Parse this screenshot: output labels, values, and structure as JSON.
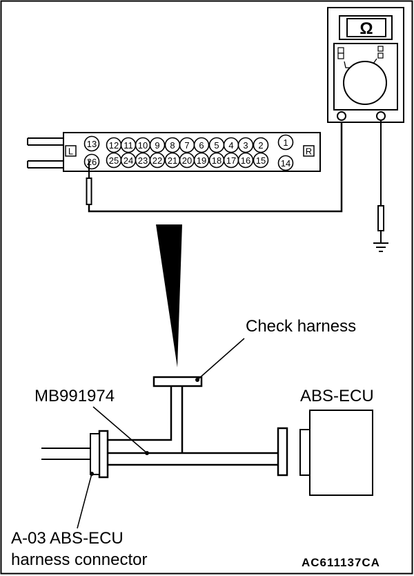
{
  "labels": {
    "check_harness": "Check harness",
    "mb_number": "MB991974",
    "abs_ecu": "ABS-ECU",
    "connector_line1": "A-03 ABS-ECU",
    "connector_line2": "harness connector",
    "figure_code": "AC611137CA"
  },
  "connector": {
    "left_marker": "L",
    "right_marker": "R",
    "top_pins": [
      "13",
      "12",
      "11",
      "10",
      "9",
      "8",
      "7",
      "6",
      "5",
      "4",
      "3",
      "2",
      "1"
    ],
    "bottom_pins": [
      "26",
      "25",
      "24",
      "23",
      "22",
      "21",
      "20",
      "19",
      "18",
      "17",
      "16",
      "15",
      "14"
    ]
  },
  "meter": {
    "unit_symbol": "Ω"
  }
}
